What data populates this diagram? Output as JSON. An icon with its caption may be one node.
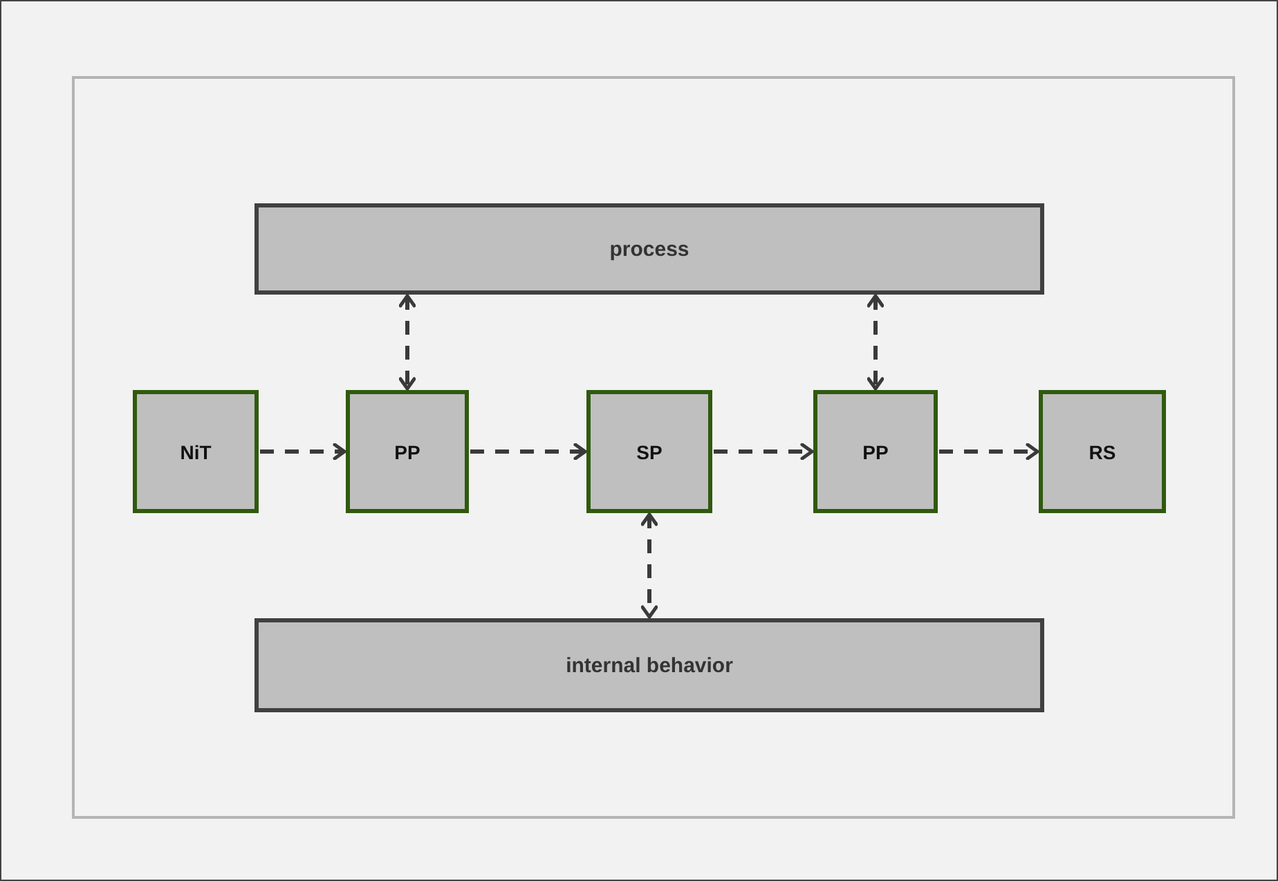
{
  "diagram": {
    "nodes": [
      {
        "text": [
          "process"
        ]
      },
      {
        "text": [
          "NiT"
        ]
      },
      {
        "text": [
          "PP"
        ]
      },
      {
        "text": [
          "SP"
        ]
      },
      {
        "text": [
          "PP"
        ]
      },
      {
        "text": [
          "RS"
        ]
      },
      {
        "text": [
          "internal behavior"
        ]
      }
    ],
    "edges": [
      {
        "from": 1,
        "to": 2,
        "arrow": "to",
        "style": "dashed"
      },
      {
        "from": 2,
        "to": 3,
        "arrow": "to",
        "style": "dashed"
      },
      {
        "from": 3,
        "to": 4,
        "arrow": "to",
        "style": "dashed"
      },
      {
        "from": 4,
        "to": 5,
        "arrow": "to",
        "style": "dashed"
      },
      {
        "from": 0,
        "to": 2,
        "arrow": "both",
        "style": "dashed"
      },
      {
        "from": 0,
        "to": 4,
        "arrow": "both",
        "style": "dashed"
      },
      {
        "from": 3,
        "to": 6,
        "arrow": "both",
        "style": "dashed"
      }
    ]
  }
}
